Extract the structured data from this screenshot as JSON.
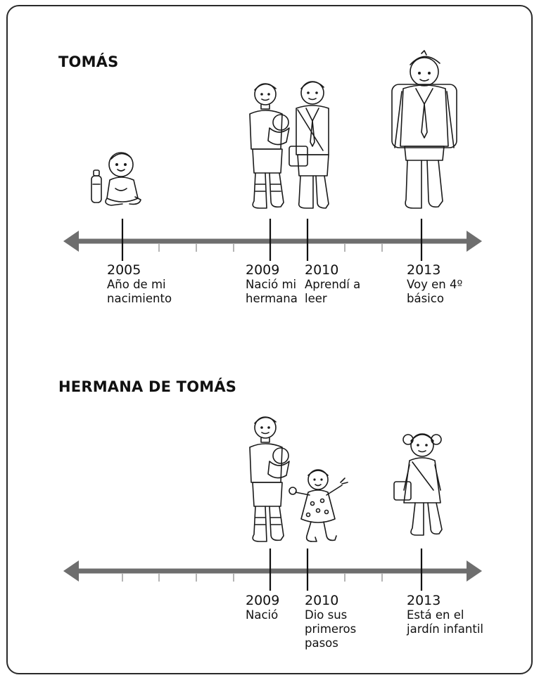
{
  "sections": [
    {
      "title": "TOMÁS",
      "events": [
        {
          "year": "2005",
          "lines": [
            "Año de mi",
            "nacimiento"
          ],
          "figure": "baby-icon"
        },
        {
          "year": "2009",
          "lines": [
            "Nació mi",
            "hermana"
          ],
          "figure": "boy-holding-baby-icon"
        },
        {
          "year": "2010",
          "lines": [
            "Aprendí a",
            "leer"
          ],
          "figure": "schoolboy-icon"
        },
        {
          "year": "2013",
          "lines": [
            "Voy en 4º",
            "básico"
          ],
          "figure": "student-with-backpack-icon"
        }
      ]
    },
    {
      "title": "HERMANA DE TOMÁS",
      "events": [
        {
          "year": "2009",
          "lines": [
            "Nació"
          ],
          "figure": "boy-holding-baby-icon"
        },
        {
          "year": "2010",
          "lines": [
            "Dio sus",
            "primeros",
            "pasos"
          ],
          "figure": "toddler-girl-walking-icon"
        },
        {
          "year": "2013",
          "lines": [
            "Está en el",
            "jardín infantil"
          ],
          "figure": "girl-with-schoolbag-icon"
        }
      ]
    }
  ],
  "colors": {
    "axis": "#6e6e6e",
    "tick": "#b5b5b5",
    "frame": "#2a2a2a",
    "text": "#111111"
  }
}
